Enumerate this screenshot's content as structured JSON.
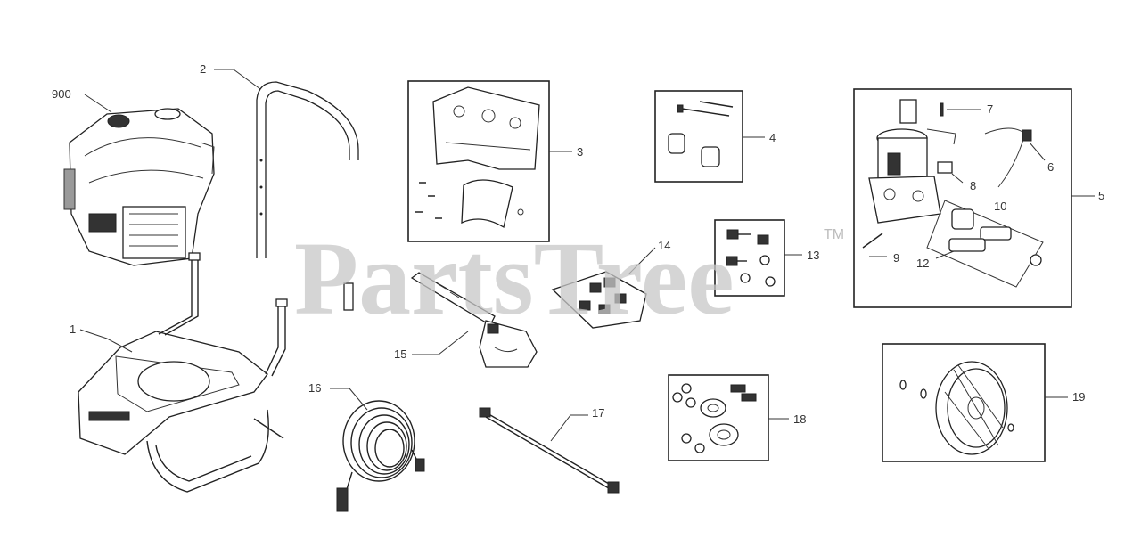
{
  "watermark": {
    "text": "PartsTree",
    "trademark": "TM"
  },
  "callouts": {
    "engine": "900",
    "frame": "1",
    "handle": "2",
    "panel": "3",
    "hardware_kit": "4",
    "pump_box": "5",
    "pump_part_7": "7",
    "pump_part_6": "6",
    "pump_part_8": "8",
    "pump_part_9": "9",
    "pump_part_10": "10",
    "pump_part_12": "12",
    "fastener_kit": "13",
    "bracket": "14",
    "spray_gun": "15",
    "hose": "16",
    "wand": "17",
    "axle_kit": "18",
    "wheel": "19"
  },
  "colors": {
    "line": "#222222",
    "watermark": "#c8c8c8",
    "background": "#ffffff"
  }
}
